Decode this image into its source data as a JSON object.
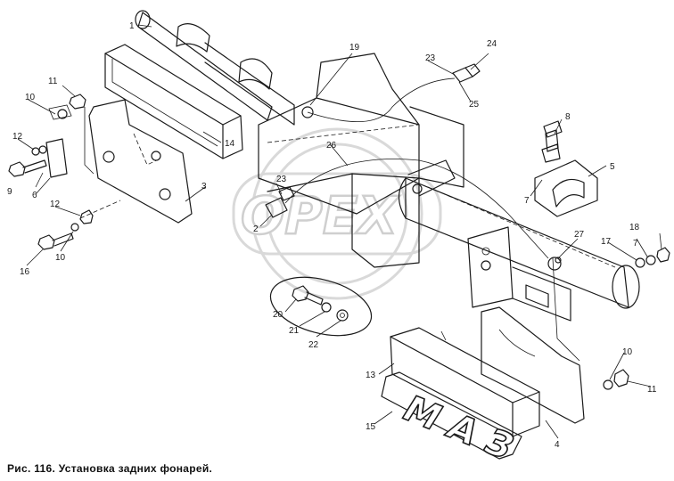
{
  "caption": "Рис. 116. Установка задних фонарей.",
  "watermark": "OPEX",
  "plate_text": "МАЗ",
  "callouts": [
    {
      "id": "c1",
      "label": "1"
    },
    {
      "id": "c2",
      "label": "2"
    },
    {
      "id": "c3",
      "label": "3"
    },
    {
      "id": "c4",
      "label": "4"
    },
    {
      "id": "c5",
      "label": "5"
    },
    {
      "id": "c6",
      "label": "6"
    },
    {
      "id": "c7a",
      "label": "7"
    },
    {
      "id": "c7b",
      "label": "7"
    },
    {
      "id": "c8",
      "label": "8"
    },
    {
      "id": "c9",
      "label": "9"
    },
    {
      "id": "c10a",
      "label": "10"
    },
    {
      "id": "c10b",
      "label": "10"
    },
    {
      "id": "c10c",
      "label": "10"
    },
    {
      "id": "c11a",
      "label": "11"
    },
    {
      "id": "c11b",
      "label": "11"
    },
    {
      "id": "c12a",
      "label": "12"
    },
    {
      "id": "c12b",
      "label": "12"
    },
    {
      "id": "c13",
      "label": "13"
    },
    {
      "id": "c14",
      "label": "14"
    },
    {
      "id": "c15",
      "label": "15"
    },
    {
      "id": "c16",
      "label": "16"
    },
    {
      "id": "c17",
      "label": "17"
    },
    {
      "id": "c18",
      "label": "18"
    },
    {
      "id": "c19",
      "label": "19"
    },
    {
      "id": "c20",
      "label": "20"
    },
    {
      "id": "c21",
      "label": "21"
    },
    {
      "id": "c22",
      "label": "22"
    },
    {
      "id": "c23a",
      "label": "23"
    },
    {
      "id": "c23b",
      "label": "23"
    },
    {
      "id": "c24",
      "label": "24"
    },
    {
      "id": "c25",
      "label": "25"
    },
    {
      "id": "c26",
      "label": "26"
    },
    {
      "id": "c27",
      "label": "27"
    }
  ]
}
